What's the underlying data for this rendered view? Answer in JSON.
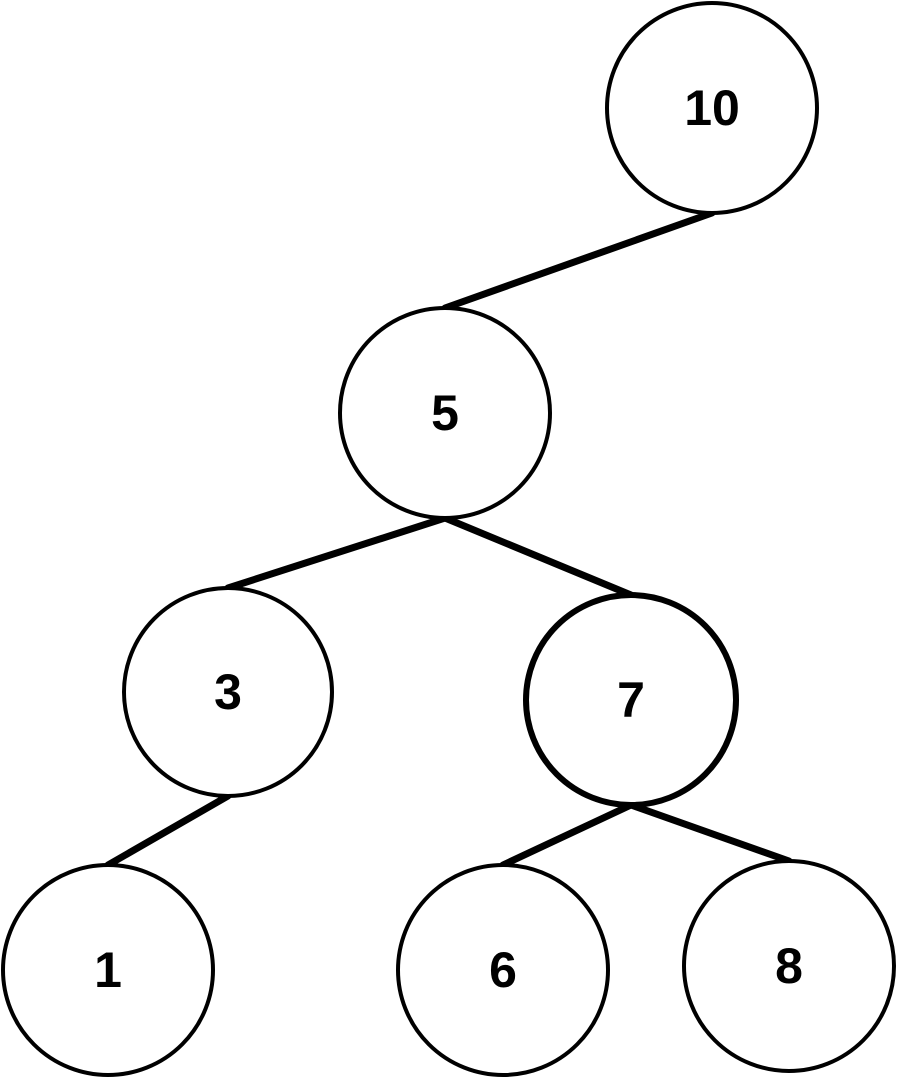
{
  "tree": {
    "nodes": [
      {
        "id": "n10",
        "label": "10"
      },
      {
        "id": "n5",
        "label": "5"
      },
      {
        "id": "n3",
        "label": "3"
      },
      {
        "id": "n7",
        "label": "7",
        "emphasized": true
      },
      {
        "id": "n1",
        "label": "1"
      },
      {
        "id": "n6",
        "label": "6"
      },
      {
        "id": "n8",
        "label": "8"
      }
    ],
    "edges": [
      {
        "from": "n10",
        "to": "n5"
      },
      {
        "from": "n5",
        "to": "n3"
      },
      {
        "from": "n5",
        "to": "n7"
      },
      {
        "from": "n3",
        "to": "n1"
      },
      {
        "from": "n7",
        "to": "n6"
      },
      {
        "from": "n7",
        "to": "n8"
      }
    ]
  }
}
